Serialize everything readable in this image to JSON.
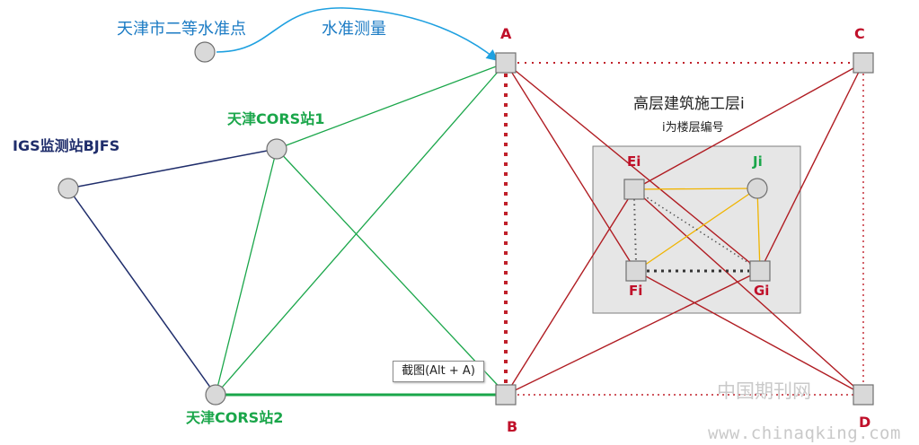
{
  "labels": {
    "benchmark": "天津市二等水准点",
    "leveling": "水准测量",
    "igs": "IGS监测站BJFS",
    "cors1": "天津CORS站1",
    "cors2": "天津CORS站2",
    "pointA": "A",
    "pointB": "B",
    "pointC": "C",
    "pointD": "D",
    "building_title": "高层建筑施工层i",
    "building_note": "i为楼层编号",
    "ei": "Ei",
    "fi": "Fi",
    "gi": "Gi",
    "ji": "Ji"
  },
  "tooltip": "截图(Alt + A)",
  "watermark": {
    "cn": "中国期刊网",
    "url": "www.chinaqking.com"
  },
  "colors": {
    "navy": "#1f2d6b",
    "green": "#1aa64a",
    "darkred": "#b01c22",
    "dotted_red": "#c0202a",
    "cyan": "#1ea0e0",
    "yellow": "#f0b400",
    "label_red": "#c0102a",
    "label_blue": "#1b7bc4",
    "building_bg": "#e6e6e6",
    "building_border": "#7f7f7f",
    "node_fill": "#d9d9d9",
    "node_stroke": "#707070"
  }
}
